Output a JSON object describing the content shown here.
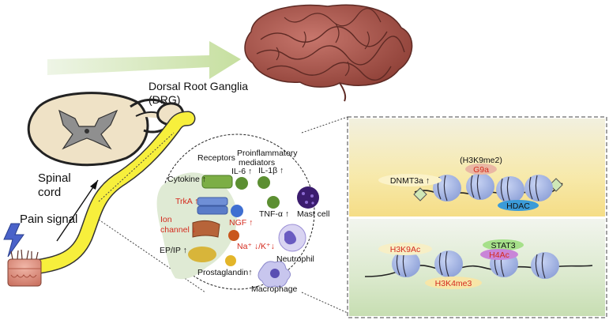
{
  "labels": {
    "drg_title": "Dorsal Root Ganglia",
    "drg_abbr": "(DRG)",
    "spinal_cord_line1": "Spinal",
    "spinal_cord_line2": "cord",
    "pain_signal": "Pain signal"
  },
  "inset": {
    "receptors": "Receptors",
    "proinflammatory_line1": "Proinflammatory",
    "proinflammatory_line2": "mediators",
    "il6": "IL-6 ↑",
    "il1b": "IL-1β ↑",
    "cytokine": "Cytokine ↑",
    "trka": "TrkA ↑",
    "ngf": "NGF ↑",
    "tnfa": "TNF-α ↑",
    "mast_cell": "Mast cell",
    "ion_channel_line1": "Ion",
    "ion_channel_line2": "channel ↓",
    "na_k": "Na⁺ ↓/K⁺↓",
    "ep_ip": "EP/IP ↑",
    "neutrophil": "Neutrophil",
    "prostaglandin": "Prostaglandin↑",
    "macrophage": "Macrophage"
  },
  "epigenetics": {
    "top": {
      "h3k9me2": "(H3K9me2)",
      "g9a": "G9a",
      "dnmt3a": "DNMT3a ↑",
      "hdac": "HDAC"
    },
    "bottom": {
      "stat3": "STAT3",
      "h3k9ac": "H3K9Ac",
      "h4ac": "H4Ac",
      "h3k4me3": "H3K4me3"
    }
  },
  "colors": {
    "nerve_yellow": "#f7ef3c",
    "arrow_green": "#cfe3b4",
    "brain": "#a0524a",
    "red_text": "#d42a1e",
    "top_panel": "#f6e6a6",
    "bottom_panel": "#d3e6c1",
    "nucleosome": "#a7b8e6",
    "hdac_blue": "#3b9bd8"
  }
}
